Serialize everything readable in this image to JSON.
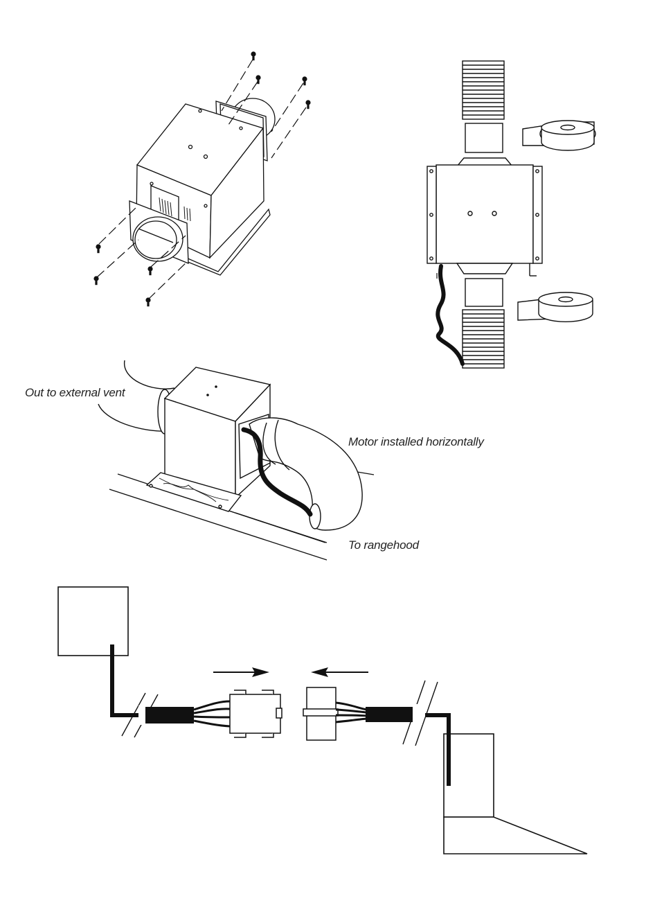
{
  "labels": {
    "out_to_vent": "Out to external vent",
    "motor_horizontal": "Motor installed horizontally",
    "to_rangehood": "To rangehood"
  },
  "colors": {
    "line": "#111111",
    "fill": "#ffffff",
    "text": "#222222"
  }
}
